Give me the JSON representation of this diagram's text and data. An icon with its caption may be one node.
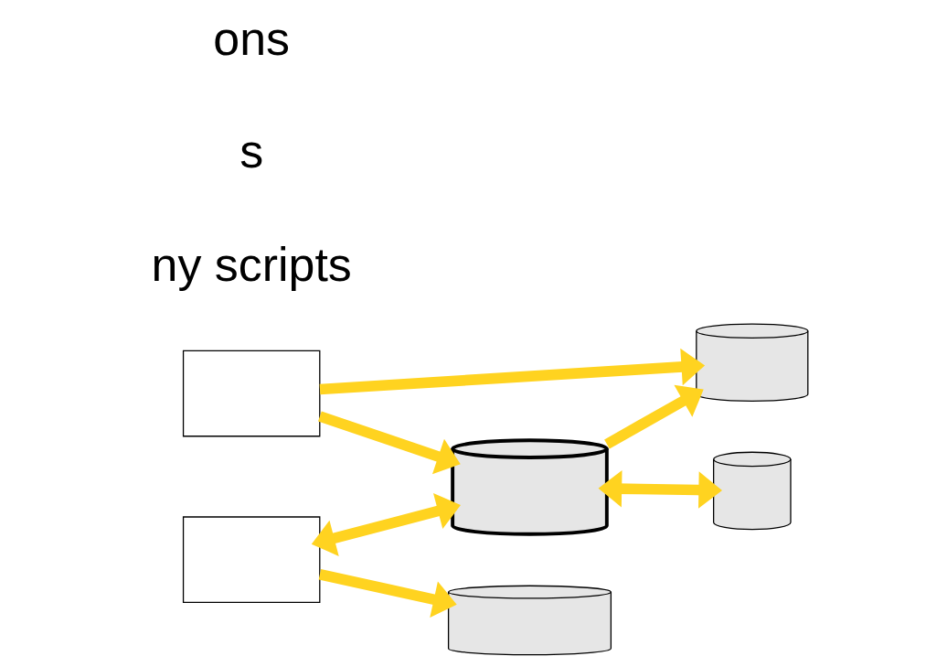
{
  "diagram": {
    "nodes": [
      {
        "text": [],
        "shape": "cylinder"
      },
      {
        "text": [],
        "shape": "box"
      },
      {
        "text": [],
        "shape": "cylinder"
      },
      {
        "text": [],
        "shape": "cylinder"
      },
      {
        "text": [],
        "shape": "box"
      },
      {
        "text": [],
        "shape": "cylinder"
      }
    ],
    "edges": [
      {
        "from": 1,
        "to": 0,
        "arrow": "to"
      },
      {
        "from": 1,
        "to": 2,
        "arrow": "to"
      },
      {
        "from": 2,
        "to": 0,
        "arrow": "to"
      },
      {
        "from": 2,
        "to": 3,
        "arrow": "both"
      },
      {
        "from": 4,
        "to": 2,
        "arrow": "both"
      },
      {
        "from": 4,
        "to": 5,
        "arrow": "to"
      }
    ],
    "labels": [
      "ny scripts",
      "s",
      "ons"
    ]
  }
}
